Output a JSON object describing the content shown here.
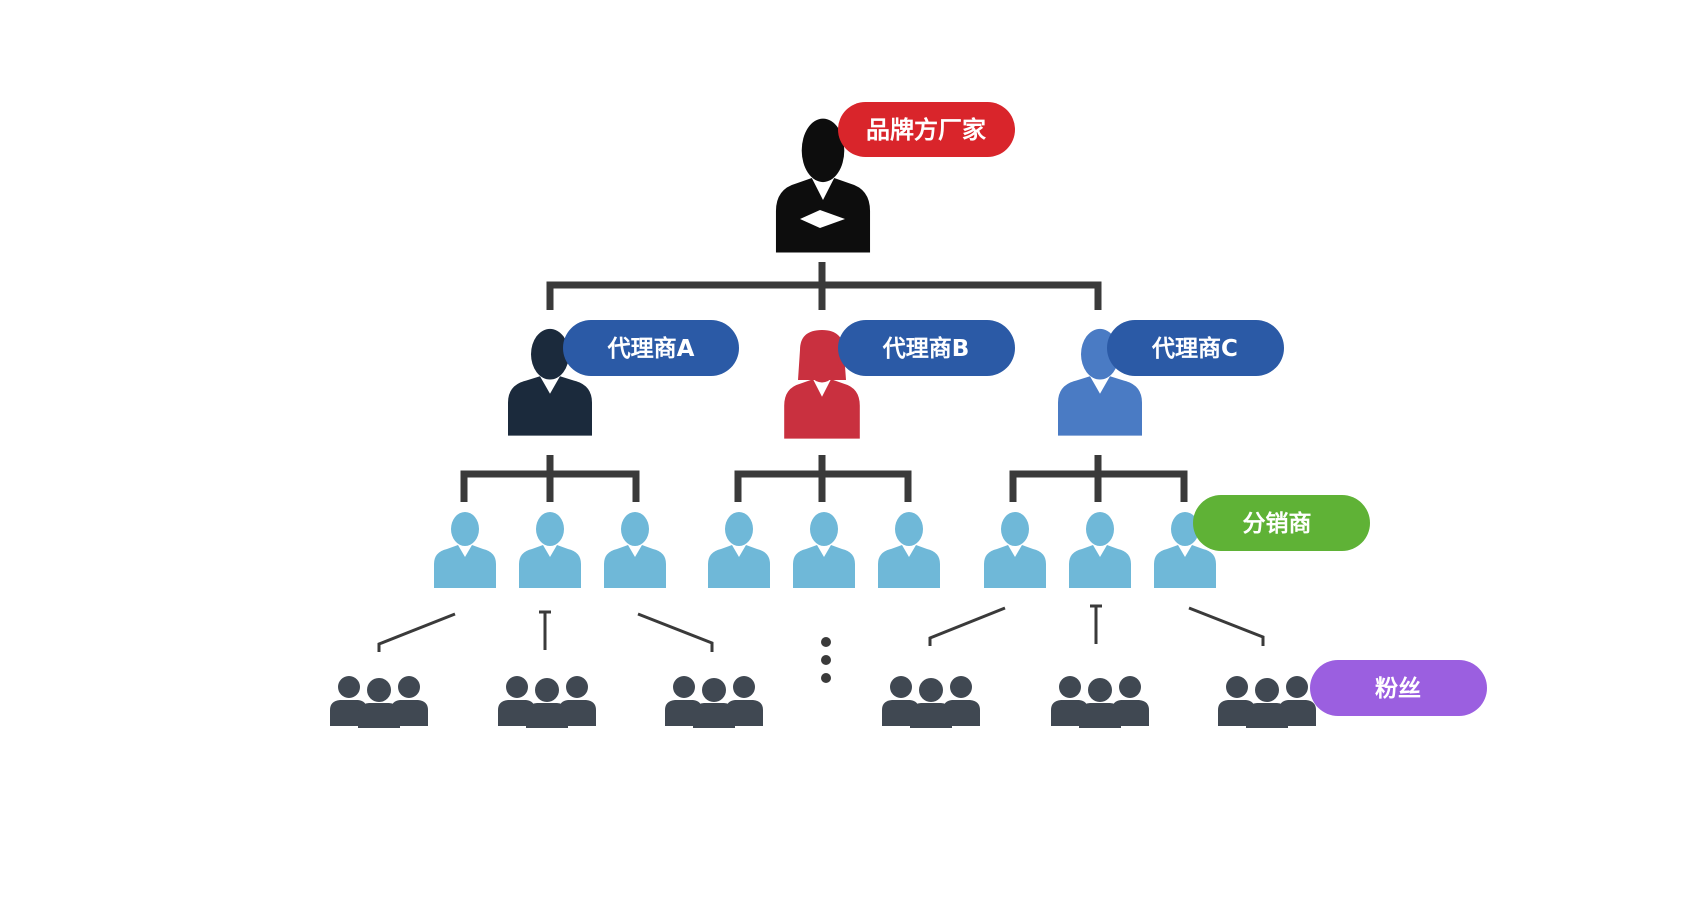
{
  "labels": {
    "brand": "品牌方厂家",
    "agent_a": "代理商A",
    "agent_b": "代理商B",
    "agent_c": "代理商C",
    "distributor": "分销商",
    "fans": "粉丝"
  },
  "colors": {
    "brand": "#d9252b",
    "agent": "#2b5aa6",
    "distributor": "#5fb236",
    "fans": "#9b5fe0",
    "figure_boss": "#0d0d0d",
    "figure_agent_a": "#1b2a3c",
    "figure_agent_b": "#c9303f",
    "figure_agent_c": "#4a7bc4",
    "figure_distributor": "#6fb8d8",
    "figure_fans": "#404852"
  },
  "icons": {
    "boss": "businessman-icon",
    "agent_male": "businessman-icon",
    "agent_female": "businesswoman-icon",
    "distributor": "person-icon",
    "fans": "people-group-icon"
  }
}
